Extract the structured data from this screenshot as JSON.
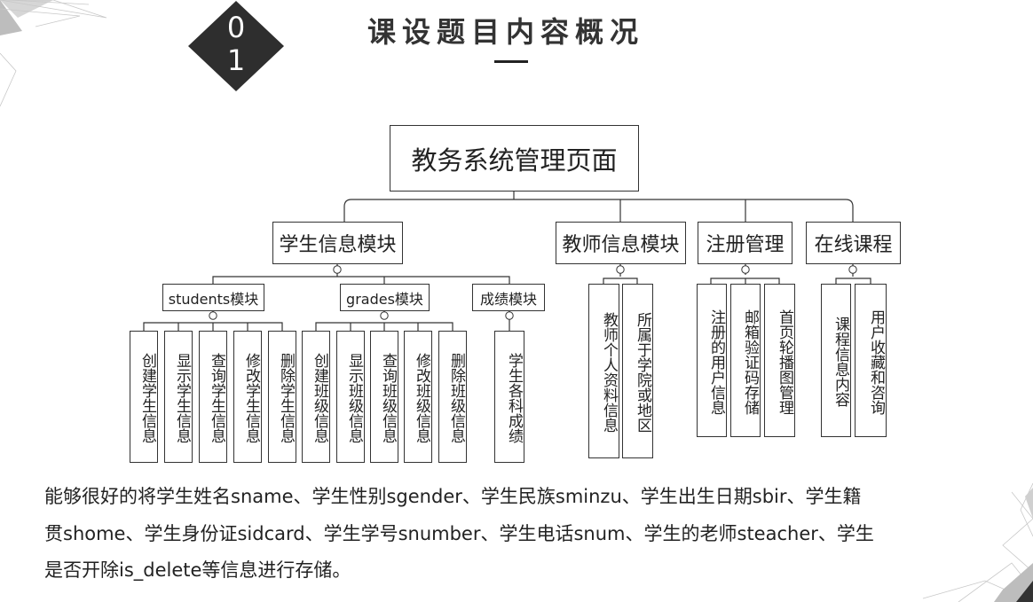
{
  "header": {
    "section_number_top": "0",
    "section_number_bottom": "1",
    "title": "课设题目内容概况"
  },
  "diagram": {
    "root": "教务系统管理页面",
    "modules": [
      {
        "label": "学生信息模块",
        "submodules": [
          {
            "label": "students模块",
            "leaves": [
              "创建学生信息",
              "显示学生信息",
              "查询学生信息",
              "修改学生信息",
              "删除学生信息"
            ]
          },
          {
            "label": "grades模块",
            "leaves": [
              "创建班级信息",
              "显示班级信息",
              "查询班级信息",
              "修改班级信息",
              "删除班级信息"
            ]
          },
          {
            "label": "成绩模块",
            "leaves": [
              "学生各科成绩"
            ]
          }
        ]
      },
      {
        "label": "教师信息模块",
        "leaves": [
          "教师个人资料信息",
          "所属于学院或地区"
        ]
      },
      {
        "label": "注册管理",
        "leaves": [
          "注册的用户信息",
          "邮箱验证码存储",
          "首页轮播图管理"
        ]
      },
      {
        "label": "在线课程",
        "leaves": [
          "课程信息内容",
          "用户收藏和咨询"
        ]
      }
    ]
  },
  "description": {
    "line1": "能够很好的将学生姓名sname、学生性别sgender、学生民族sminzu、学生出生日期sbir、学生籍",
    "line2": "贯shome、学生身份证sidcard、学生学号snumber、学生电话snum、学生的老师steacher、学生",
    "line3": "是否开除is_delete等信息进行存储。"
  }
}
